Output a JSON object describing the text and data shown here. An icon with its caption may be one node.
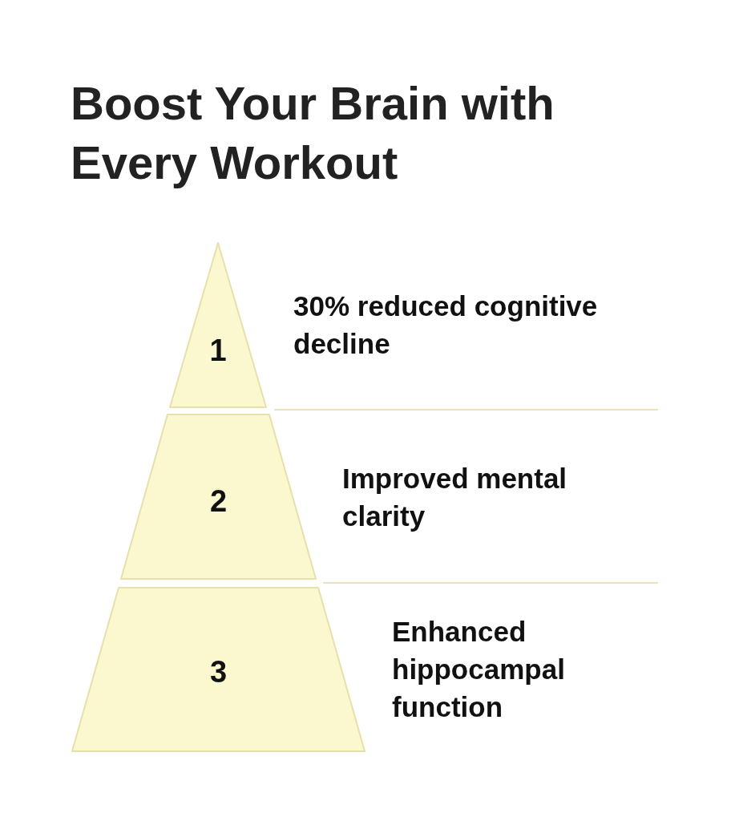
{
  "diagram": {
    "title": "Boost Your Brain with Every Workout",
    "nodes": [
      {
        "text": [
          "1"
        ],
        "beside": [
          "30% reduced cognitive decline"
        ]
      },
      {
        "text": [
          "2"
        ],
        "beside": [
          "Improved mental clarity"
        ]
      },
      {
        "text": [
          "3"
        ],
        "beside": [
          "Enhanced hippocampal function"
        ]
      }
    ]
  }
}
